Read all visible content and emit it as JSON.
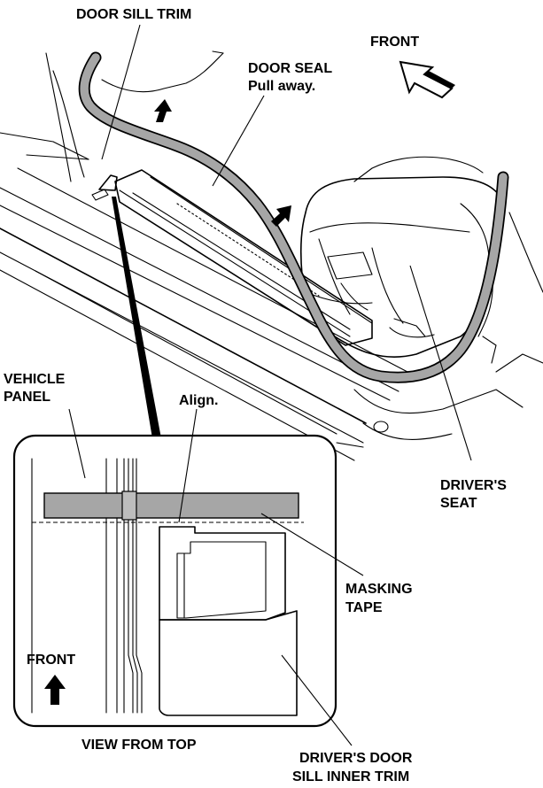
{
  "labels": {
    "door_sill_trim": "DOOR SILL TRIM",
    "front_top": "FRONT",
    "door_seal_line1": "DOOR SEAL",
    "door_seal_line2": "Pull away.",
    "vehicle_panel_line1": "VEHICLE",
    "vehicle_panel_line2": "PANEL",
    "align": "Align.",
    "drivers_seat_line1": "DRIVER'S",
    "drivers_seat_line2": "SEAT",
    "masking_tape_line1": "MASKING",
    "masking_tape_line2": "TAPE",
    "front_inset": "FRONT",
    "view_from_top": "VIEW FROM TOP",
    "inner_trim_line1": "DRIVER'S DOOR",
    "inner_trim_line2": "SILL INNER TRIM"
  },
  "colors": {
    "seal_fill": "#a6a6a6",
    "tape_fill": "#a6a6a6",
    "line": "#000000"
  }
}
